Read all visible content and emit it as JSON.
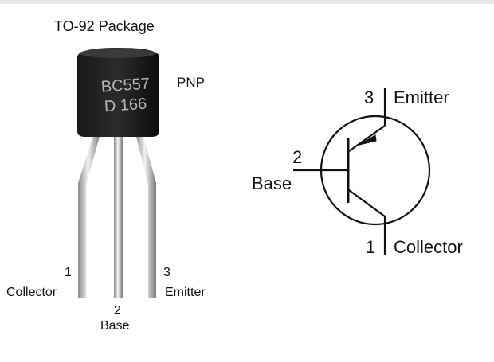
{
  "package": {
    "title": "TO-92 Package",
    "type": "PNP",
    "marking_line1": "BC557",
    "marking_line2": "D 166",
    "pins": [
      {
        "number": "1",
        "name": "Collector"
      },
      {
        "number": "2",
        "name": "Base"
      },
      {
        "number": "3",
        "name": "Emitter"
      }
    ]
  },
  "symbol": {
    "emitter": {
      "number": "3",
      "name": "Emitter"
    },
    "base": {
      "number": "2",
      "name": "Base"
    },
    "collector": {
      "number": "1",
      "name": "Collector"
    }
  }
}
